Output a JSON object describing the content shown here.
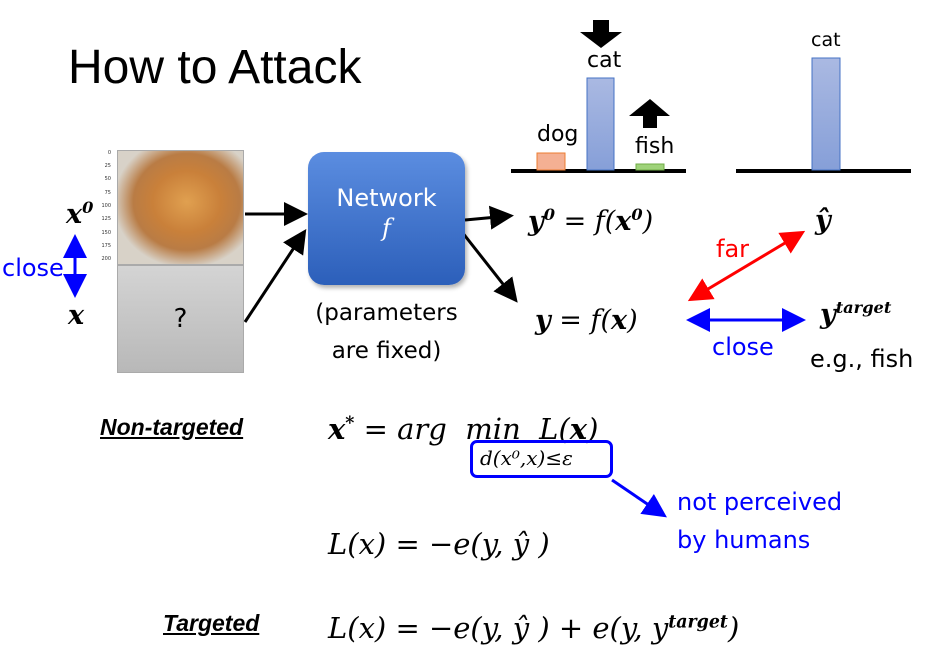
{
  "title": "How to Attack",
  "left": {
    "x0_label": "x",
    "x0_sup": "0",
    "close_label": "close",
    "x_label": "x",
    "image_axis_ticks": [
      "0",
      "25",
      "50",
      "75",
      "100",
      "125",
      "150",
      "175",
      "200"
    ],
    "unknown_label": "?"
  },
  "network": {
    "label": "Network",
    "func": "f",
    "note_line1": "(parameters",
    "note_line2": "are fixed)"
  },
  "outputs": {
    "y0_eq": "= f(",
    "y_eq": "= f(",
    "yhat": "ŷ",
    "far_label": "far",
    "close_label": "close",
    "ytarget_sup": "target",
    "example": "e.g., fish"
  },
  "chart_data": [
    {
      "type": "bar",
      "categories": [
        "dog",
        "cat",
        "fish"
      ],
      "values": [
        0.2,
        1.0,
        0.08
      ],
      "colors": [
        "#f4b093",
        "#8fa6dc",
        "#9fd37a"
      ],
      "annotations": {
        "cat": "down-arrow",
        "fish": "up-arrow"
      }
    },
    {
      "type": "bar",
      "categories": [
        "cat"
      ],
      "values": [
        1.0
      ],
      "colors": [
        "#8fa6dc"
      ]
    }
  ],
  "nontargeted": {
    "heading": "Non-targeted",
    "eq_lhs": "x",
    "eq_mid": "= arg  min  L(",
    "constraint": "d(x⁰,x)≤ε",
    "note_line1": "not perceived",
    "note_line2": "by humans",
    "loss": "L(x) = −e(y, ŷ )"
  },
  "targeted": {
    "heading": "Targeted",
    "loss": "L(x) = −e(y, ŷ ) + e(y, y",
    "loss_sup": "target",
    "loss_end": ")"
  }
}
